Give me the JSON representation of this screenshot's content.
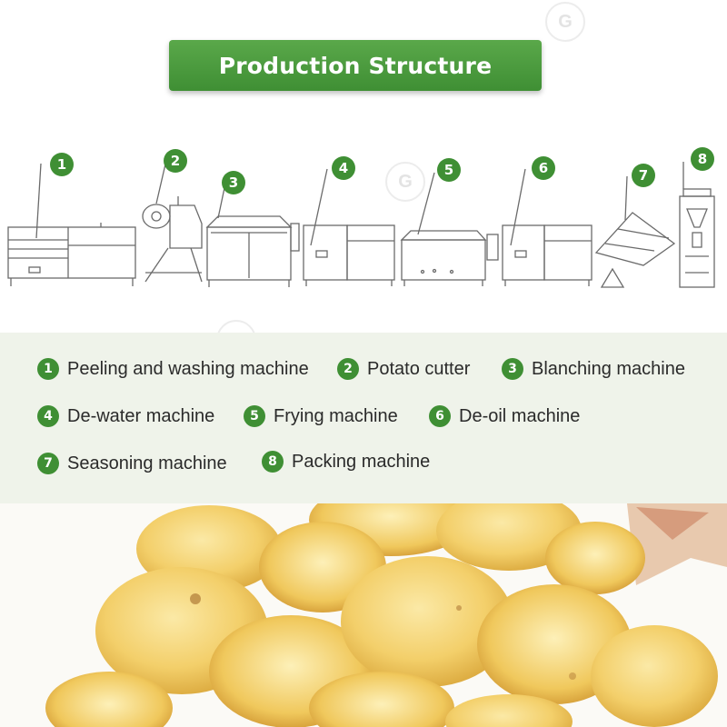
{
  "title": "Production Structure",
  "steps": [
    {
      "number": "1",
      "label": "Peeling and washing machine"
    },
    {
      "number": "2",
      "label": "Potato cutter"
    },
    {
      "number": "3",
      "label": "Blanching machine"
    },
    {
      "number": "4",
      "label": "De-water machine"
    },
    {
      "number": "5",
      "label": "Frying machine"
    },
    {
      "number": "6",
      "label": "De-oil machine"
    },
    {
      "number": "7",
      "label": "Seasoning machine"
    },
    {
      "number": "8",
      "label": "Packing machine"
    }
  ],
  "colors": {
    "accent_green": "#3f8f34",
    "legend_background": "#eff3ea",
    "line_drawing": "#6b6b6b",
    "chip_yellow": "#f3cf6a"
  },
  "photo": {
    "subject": "potato-chips"
  },
  "watermark": {
    "glyph": "G"
  }
}
